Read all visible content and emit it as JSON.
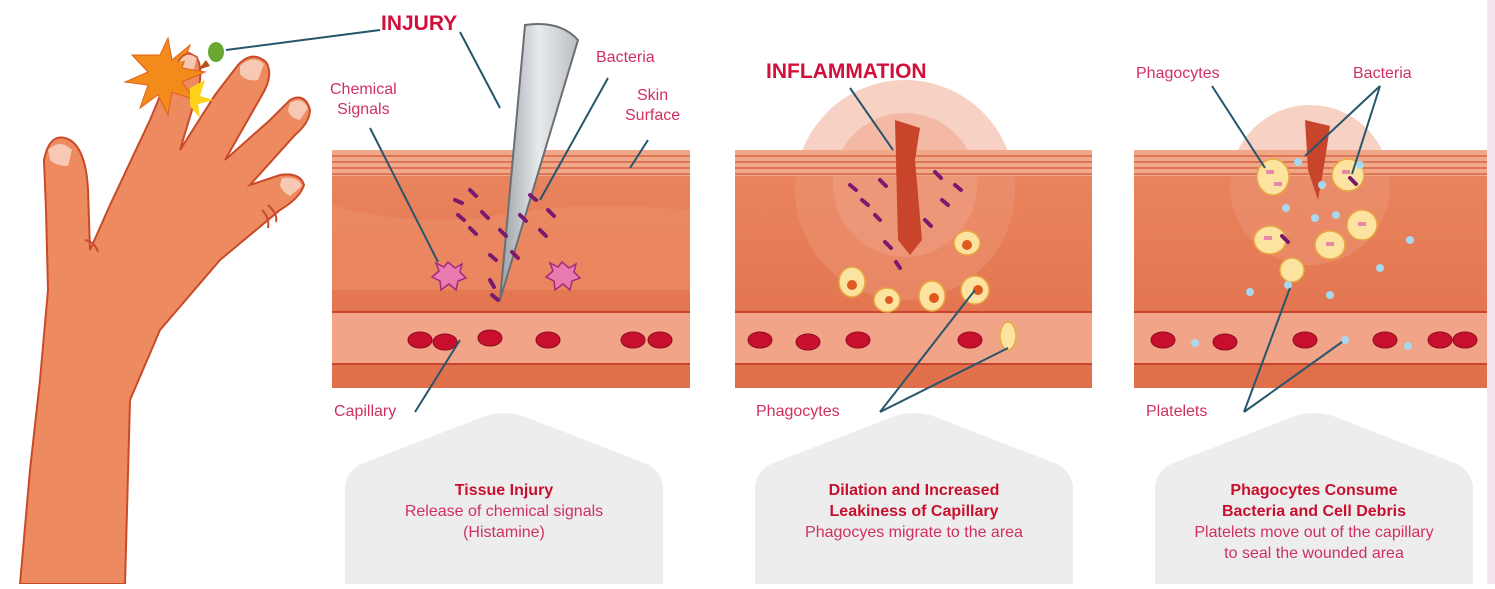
{
  "labels": {
    "injury": "INJURY",
    "bacteria_1": "Bacteria",
    "chemical_signals": "Chemical\nSignals",
    "skin_surface": "Skin\nSurface",
    "capillary": "Capillary",
    "inflammation": "INFLAMMATION",
    "phagocytes_2": "Phagocytes",
    "phagocytes_3": "Phagocytes",
    "bacteria_3": "Bacteria",
    "platelets": "Platelets"
  },
  "stages": [
    {
      "title": "Tissue Injury",
      "desc": "Release of chemical signals\n(Histamine)"
    },
    {
      "title": "Dilation and Increased\nLeakiness of Capillary",
      "desc": "Phagocyes migrate to the area"
    },
    {
      "title": "Phagocytes Consume\nBacteria and Cell Debris",
      "desc": "Platelets move out of the capillary\nto seal the wounded area"
    }
  ],
  "colors": {
    "accent": "#d0305f",
    "headline": "#d0103a",
    "skin": "#ee8a5f",
    "tissue": "#e6774f",
    "blood_cell": "#c8102e",
    "phagocyte": "#fde3a0",
    "bacteria": "#7a1a6e",
    "platelet": "#a8d8ee",
    "card": "#ededed"
  }
}
